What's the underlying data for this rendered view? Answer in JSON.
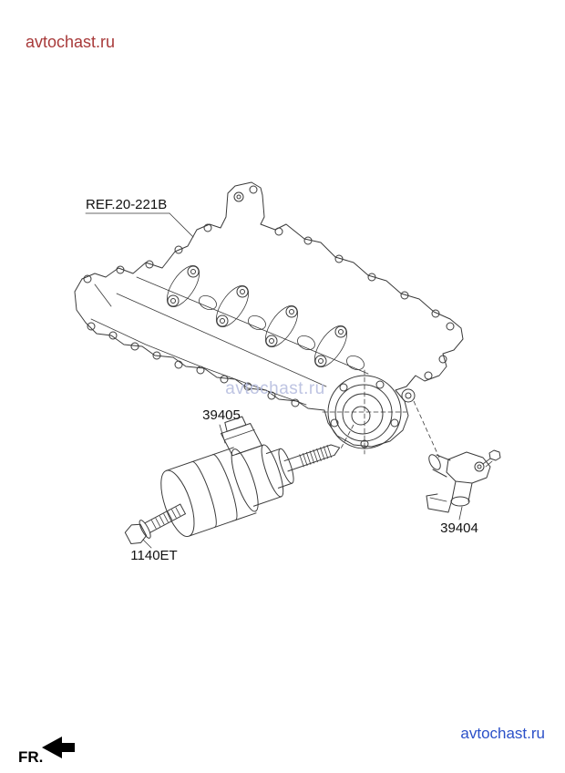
{
  "watermarks": {
    "top_left": "avtochast.ru",
    "center": "avtochast.ru",
    "bottom_right": "avtochast.ru"
  },
  "labels": {
    "ref": "REF.20-221B",
    "actuator": "39405",
    "bolt": "1140ET",
    "sensor": "39404",
    "front": "FR."
  },
  "icons": {
    "front_direction": "left-black-arrow"
  },
  "colors": {
    "top_watermark": "#a83a3a",
    "center_watermark": "#b7bedf",
    "bottom_watermark": "#2b50c8",
    "diagram_line": "#3a3a3a",
    "label_text": "#111111"
  }
}
